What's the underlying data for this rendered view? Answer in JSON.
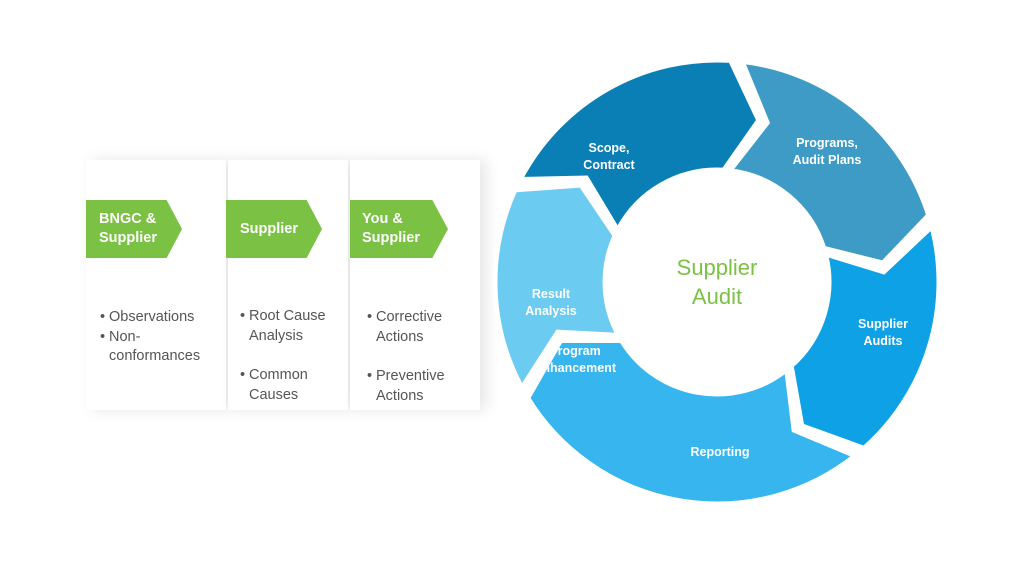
{
  "steps": [
    {
      "label_line1": "BNGC &",
      "label_line2": "Supplier",
      "bullets": [
        "Observations",
        "Non-",
        "conformances"
      ]
    },
    {
      "label_line1": "Supplier",
      "bullets": [
        "Root Cause",
        "Analysis",
        "Common",
        "Causes"
      ]
    },
    {
      "label_line1": "You &",
      "label_line2": "Supplier",
      "bullets": [
        "Corrective",
        "Actions",
        "Preventive",
        "Actions"
      ]
    }
  ],
  "cycle": {
    "center_line1": "Supplier",
    "center_line2": "Audit",
    "segments": [
      {
        "line1": "Scope,",
        "line2": "Contract",
        "color": "#0a7fb5"
      },
      {
        "line1": "Programs,",
        "line2": "Audit Plans",
        "color": "#3d9bc6"
      },
      {
        "line1": "Supplier",
        "line2": "Audits",
        "color": "#0ea1e5"
      },
      {
        "line1": "Reporting",
        "color": "#37b5ee"
      },
      {
        "line1": "Result",
        "line2": "Analysis",
        "line3": "Program",
        "line4": "Enhancement",
        "color": "#6ccbf1"
      }
    ],
    "accent_green": "#7bc143"
  }
}
